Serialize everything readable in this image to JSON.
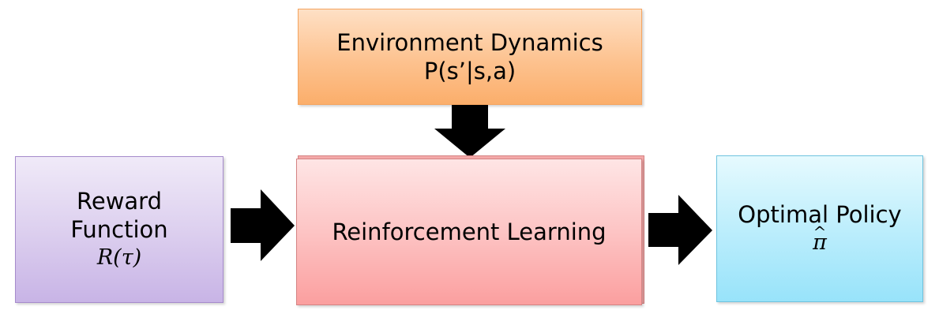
{
  "environment": {
    "title": "Environment Dynamics",
    "formula": "P(s’|s,a)"
  },
  "reward": {
    "line1": "Reward",
    "line2": "Function",
    "math": "R(τ)"
  },
  "learning": {
    "label": "Reinforcement Learning"
  },
  "policy": {
    "title": "Optimal Policy",
    "math": "π"
  },
  "colors": {
    "environment_fill": "#fdc28f",
    "reward_fill": "#ddd0ef",
    "learning_fill": "#fdc4c4",
    "policy_fill": "#bdeefc",
    "arrow": "#000000"
  }
}
